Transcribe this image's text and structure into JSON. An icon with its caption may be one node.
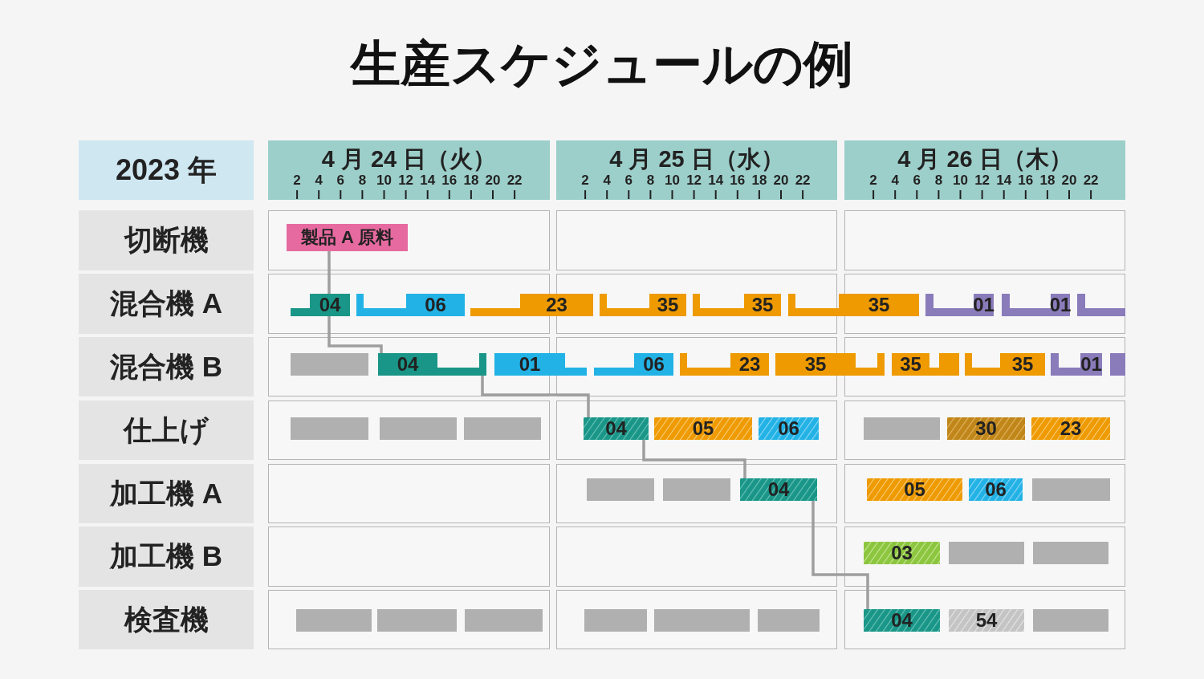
{
  "diagram": {
    "title": "生産スケジュールの例",
    "nodes": [
      {
        "text": [
          "2023 年"
        ]
      },
      {
        "text": [
          "4 月 24 日（火）",
          "2",
          "4",
          "6",
          "8",
          "10",
          "12",
          "14",
          "16",
          "18",
          "20",
          "22"
        ]
      },
      {
        "text": [
          "4 月 25 日（水）",
          "2",
          "4",
          "6",
          "8",
          "10",
          "12",
          "14",
          "16",
          "18",
          "20",
          "22"
        ]
      },
      {
        "text": [
          "4 月 26 日（木）",
          "2",
          "4",
          "6",
          "8",
          "10",
          "12",
          "14",
          "16",
          "18",
          "20",
          "22"
        ]
      },
      {
        "text": [
          "切断機"
        ]
      },
      {
        "text": [
          "混合機 A"
        ]
      },
      {
        "text": [
          "混合機 B"
        ]
      },
      {
        "text": [
          "仕上げ"
        ]
      },
      {
        "text": [
          "加工機 A"
        ]
      },
      {
        "text": [
          "加工機 B"
        ]
      },
      {
        "text": [
          "検査機"
        ]
      },
      {
        "text": [
          "製品 A 原料"
        ]
      },
      {
        "text": [
          "04"
        ]
      },
      {
        "text": [
          "06"
        ]
      },
      {
        "text": [
          "23"
        ]
      },
      {
        "text": [
          "35"
        ]
      },
      {
        "text": [
          "35"
        ]
      },
      {
        "text": [
          "35"
        ]
      },
      {
        "text": [
          "01"
        ]
      },
      {
        "text": [
          "01"
        ]
      },
      {
        "text": [],
        "shape": "bar"
      },
      {
        "text": [],
        "shape": "bar"
      },
      {
        "text": [
          "04"
        ]
      },
      {
        "text": [
          "01"
        ]
      },
      {
        "text": [
          "06"
        ]
      },
      {
        "text": [
          "23"
        ]
      },
      {
        "text": [
          "35"
        ]
      },
      {
        "text": [
          "35"
        ]
      },
      {
        "text": [
          "35"
        ]
      },
      {
        "text": [
          "01"
        ]
      },
      {
        "text": [],
        "shape": "bar"
      },
      {
        "text": [],
        "shape": "bar"
      },
      {
        "text": [],
        "shape": "bar"
      },
      {
        "text": [],
        "shape": "bar"
      },
      {
        "text": [
          "04"
        ]
      },
      {
        "text": [
          "05"
        ]
      },
      {
        "text": [
          "06"
        ]
      },
      {
        "text": [],
        "shape": "bar"
      },
      {
        "text": [
          "30"
        ]
      },
      {
        "text": [
          "23"
        ]
      },
      {
        "text": [],
        "shape": "bar"
      },
      {
        "text": [],
        "shape": "bar"
      },
      {
        "text": [
          "04"
        ]
      },
      {
        "text": [
          "05"
        ]
      },
      {
        "text": [
          "06"
        ]
      },
      {
        "text": [],
        "shape": "bar"
      },
      {
        "text": [
          "03"
        ]
      },
      {
        "text": [],
        "shape": "bar"
      },
      {
        "text": [],
        "shape": "bar"
      },
      {
        "text": [],
        "shape": "bar"
      },
      {
        "text": [],
        "shape": "bar"
      },
      {
        "text": [],
        "shape": "bar"
      },
      {
        "text": [],
        "shape": "bar"
      },
      {
        "text": [],
        "shape": "bar"
      },
      {
        "text": [],
        "shape": "bar"
      },
      {
        "text": [
          "04"
        ]
      },
      {
        "text": [
          "54"
        ]
      },
      {
        "text": [],
        "shape": "bar"
      }
    ],
    "edges": [
      {
        "from": 11,
        "to": 12,
        "arrow": "none"
      },
      {
        "from": 12,
        "to": 22,
        "arrow": "none"
      },
      {
        "from": 22,
        "to": 34,
        "arrow": "none"
      },
      {
        "from": 34,
        "to": 42,
        "arrow": "none"
      },
      {
        "from": 42,
        "to": 55,
        "arrow": "none"
      }
    ]
  }
}
